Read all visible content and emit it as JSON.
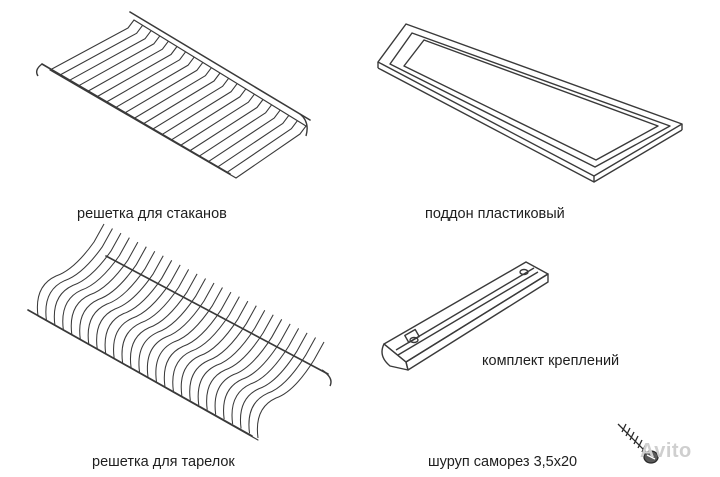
{
  "items": [
    {
      "id": "glass_rack",
      "label": "решетка для стаканов"
    },
    {
      "id": "tray",
      "label": "поддон пластиковый"
    },
    {
      "id": "plate_rack",
      "label": "решетка для тарелок"
    },
    {
      "id": "fastener_kit",
      "label": "комплект креплений"
    },
    {
      "id": "screw",
      "label": "шуруп саморез 3,5х20"
    }
  ],
  "watermark": "Avito",
  "colors": {
    "line": "#3a3a3a",
    "text": "#1e1e1e",
    "watermark": "#cfcfcf"
  }
}
